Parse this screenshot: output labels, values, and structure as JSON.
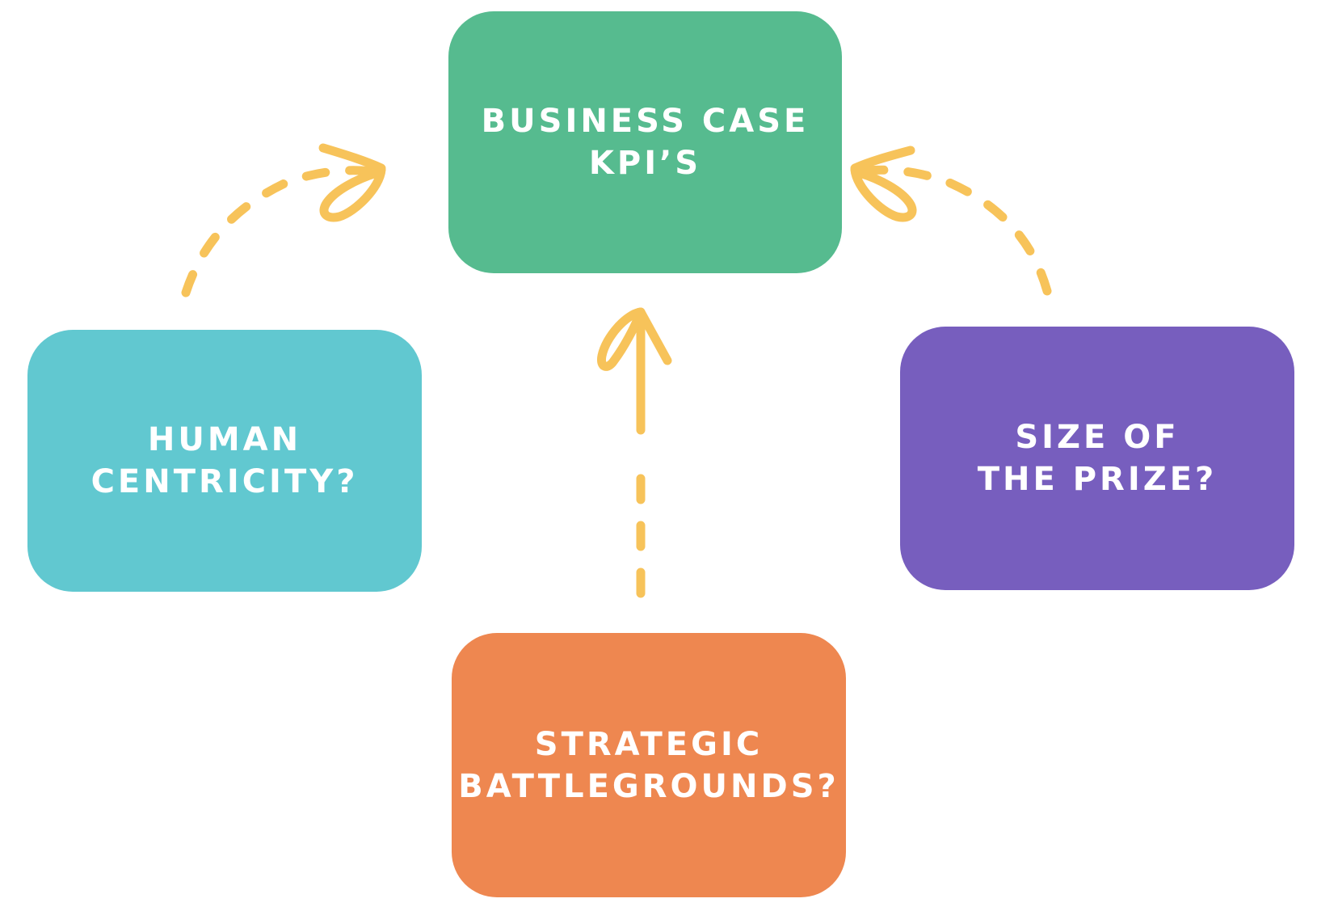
{
  "diagram": {
    "center_box": {
      "line1": "BUSINESS CASE",
      "line2": "KPI’S",
      "color": "#56bb8f"
    },
    "left_box": {
      "line1": "HUMAN",
      "line2": "CENTRICITY?",
      "color": "#61c8d0"
    },
    "right_box": {
      "line1": "SIZE OF",
      "line2": "THE PRIZE?",
      "color": "#775ebe"
    },
    "bottom_box": {
      "line1": "STRATEGIC",
      "line2": "BATTLEGROUNDS?",
      "color": "#ee8750"
    },
    "connector_color": "#f7c35a",
    "text_color": "#ffffff",
    "connectors": [
      {
        "from": "left_box",
        "to": "center_box",
        "style": "dashed-curved-arrow"
      },
      {
        "from": "right_box",
        "to": "center_box",
        "style": "dashed-curved-arrow"
      },
      {
        "from": "bottom_box",
        "to": "center_box",
        "style": "dashed-straight-arrow"
      }
    ]
  }
}
